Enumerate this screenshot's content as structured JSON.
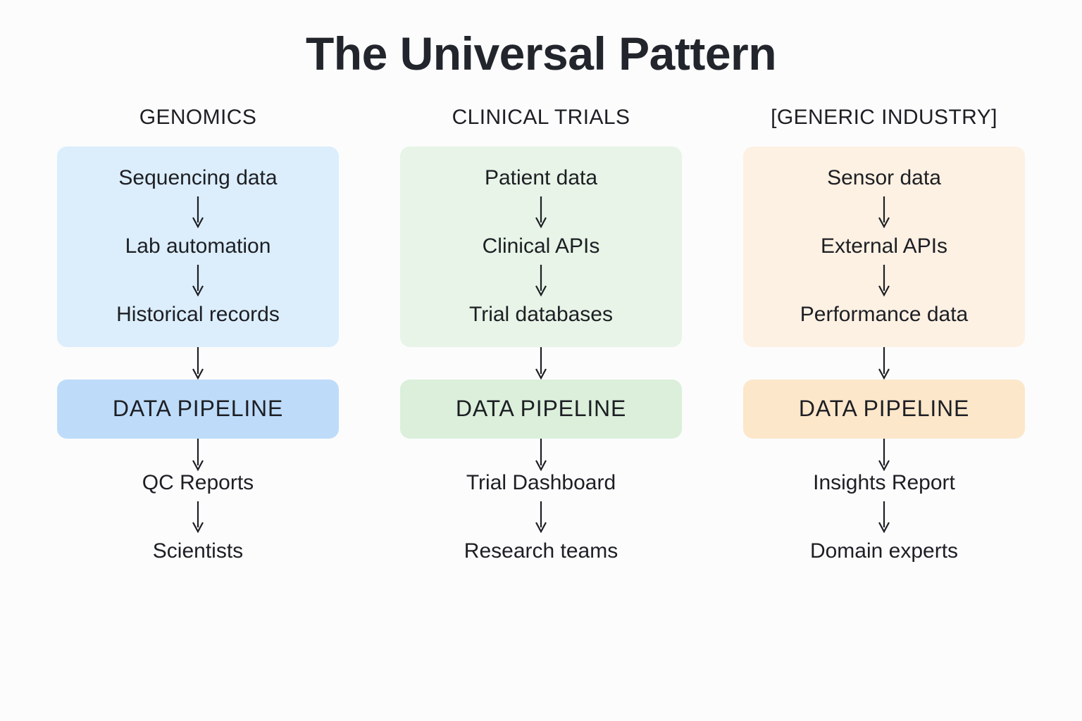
{
  "page": {
    "title": "The Universal Pattern",
    "background_color": "#fcfcfd",
    "text_color": "#1d1f24"
  },
  "arrow_glyph": "down-arrow",
  "columns": [
    {
      "header": "GENOMICS",
      "box_color": "#dceefc",
      "pipeline_color": "#bedcfa",
      "sources": [
        "Sequencing data",
        "Lab automation",
        "Historical records"
      ],
      "pipeline_label": "DATA PIPELINE",
      "outputs": [
        "QC Reports",
        "Scientists"
      ]
    },
    {
      "header": "CLINICAL TRIALS",
      "box_color": "#e7f4e7",
      "pipeline_color": "#dbefdb",
      "sources": [
        "Patient data",
        "Clinical APIs",
        "Trial databases"
      ],
      "pipeline_label": "DATA PIPELINE",
      "outputs": [
        "Trial Dashboard",
        "Research teams"
      ]
    },
    {
      "header": "[GENERIC INDUSTRY]",
      "box_color": "#fdf1e3",
      "pipeline_color": "#fce7cb",
      "sources": [
        "Sensor data",
        "External APIs",
        "Performance data"
      ],
      "pipeline_label": "DATA PIPELINE",
      "outputs": [
        "Insights Report",
        "Domain experts"
      ]
    }
  ]
}
